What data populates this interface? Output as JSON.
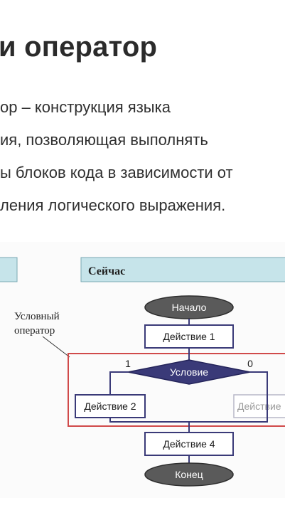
{
  "slide": {
    "title": "и оператор",
    "paragraph_lines": [
      "ор – конструкция языка",
      "ия, позволяющая выполнять",
      "ы блоков кода в зависимости от",
      "ления логического выражения."
    ]
  },
  "diagram": {
    "header_label": "Сейчас",
    "callout_label_line1": "Условный",
    "callout_label_line2": "оператор",
    "start_label": "Начало",
    "action1_label": "Действие 1",
    "condition_label": "Условие",
    "branch_true_label": "1",
    "branch_false_label": "0",
    "action2_label": "Действие 2",
    "action3_label_partial": "Действие",
    "action4_label": "Действие 4",
    "end_label": "Конец",
    "colors": {
      "header_fill": "#c6e4ea",
      "terminal_fill": "#5a5a5a",
      "decision_fill": "#3a3a78",
      "frame_stroke": "#d04a4a",
      "line_color": "#3a3a78"
    }
  }
}
